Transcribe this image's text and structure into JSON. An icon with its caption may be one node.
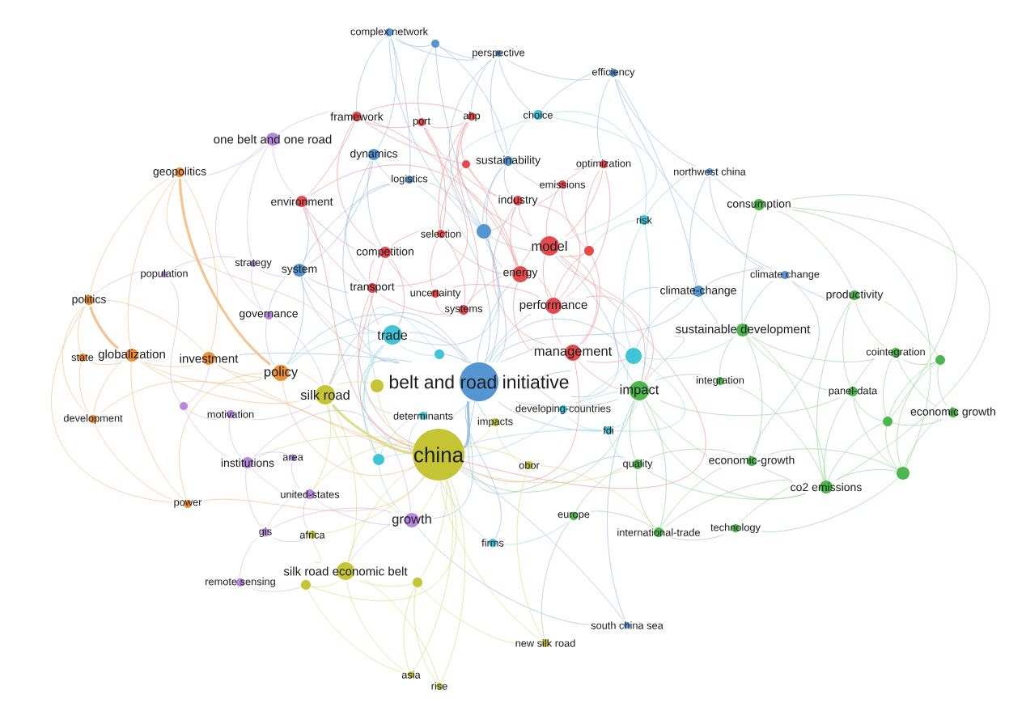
{
  "diagram": {
    "nodes": [
      {
        "text": [
          "complex network"
        ]
      },
      {
        "text": [],
        "shape": "circle"
      },
      {
        "text": [
          "perspective"
        ]
      },
      {
        "text": [
          "efficiency"
        ]
      },
      {
        "text": [
          "framework"
        ]
      },
      {
        "text": [
          "port"
        ]
      },
      {
        "text": [
          "ahp"
        ]
      },
      {
        "text": [
          "choice"
        ]
      },
      {
        "text": [
          "one belt and one road"
        ]
      },
      {
        "text": [
          "dynamics"
        ]
      },
      {
        "text": [],
        "shape": "circle"
      },
      {
        "text": [
          "sustainability"
        ]
      },
      {
        "text": [
          "optimization"
        ]
      },
      {
        "text": [
          "geopolitics"
        ]
      },
      {
        "text": [
          "northwest china"
        ]
      },
      {
        "text": [
          "logistics"
        ]
      },
      {
        "text": [
          "emissions"
        ]
      },
      {
        "text": [
          "environment"
        ]
      },
      {
        "text": [
          "industry"
        ]
      },
      {
        "text": [
          "consumption"
        ]
      },
      {
        "text": [
          "risk"
        ]
      },
      {
        "text": [],
        "shape": "circle"
      },
      {
        "text": [
          "selection"
        ]
      },
      {
        "text": [
          "model"
        ]
      },
      {
        "text": [],
        "shape": "circle"
      },
      {
        "text": [
          "competition"
        ]
      },
      {
        "text": [
          "strategy"
        ]
      },
      {
        "text": [
          "system"
        ]
      },
      {
        "text": [
          "population"
        ]
      },
      {
        "text": [
          "energy"
        ]
      },
      {
        "text": [
          "climate change"
        ]
      },
      {
        "text": [
          "transport"
        ]
      },
      {
        "text": [
          "climate-change"
        ]
      },
      {
        "text": [
          "uncertainty"
        ]
      },
      {
        "text": [
          "productivity"
        ]
      },
      {
        "text": [
          "politics"
        ]
      },
      {
        "text": [
          "performance"
        ]
      },
      {
        "text": [
          "systems"
        ]
      },
      {
        "text": [
          "governance"
        ]
      },
      {
        "text": [
          "sustainable development"
        ]
      },
      {
        "text": [
          "trade"
        ]
      },
      {
        "text": [
          "cointegration"
        ]
      },
      {
        "text": [],
        "shape": "circle"
      },
      {
        "text": [],
        "shape": "circle"
      },
      {
        "text": [
          "state"
        ]
      },
      {
        "text": [
          "globalization"
        ]
      },
      {
        "text": [
          "investment"
        ]
      },
      {
        "text": [
          "management"
        ]
      },
      {
        "text": [],
        "shape": "circle"
      },
      {
        "text": [
          "policy"
        ]
      },
      {
        "text": [
          "integration"
        ]
      },
      {
        "text": [
          "belt and road initiative"
        ]
      },
      {
        "text": [],
        "shape": "circle"
      },
      {
        "text": [
          "impact"
        ]
      },
      {
        "text": [
          "panel-data"
        ]
      },
      {
        "text": [
          "silk road"
        ]
      },
      {
        "text": [
          "developing-countries"
        ]
      },
      {
        "text": [],
        "shape": "circle"
      },
      {
        "text": [
          "economic growth"
        ]
      },
      {
        "text": [
          "motivation"
        ]
      },
      {
        "text": [
          "determinants"
        ]
      },
      {
        "text": [
          "development"
        ]
      },
      {
        "text": [],
        "shape": "circle"
      },
      {
        "text": [
          "impacts"
        ]
      },
      {
        "text": [
          "fdi"
        ]
      },
      {
        "text": [
          "china"
        ]
      },
      {
        "text": [
          "area"
        ]
      },
      {
        "text": [],
        "shape": "circle"
      },
      {
        "text": [
          "institutions"
        ]
      },
      {
        "text": [
          "economic-growth"
        ]
      },
      {
        "text": [
          "quality"
        ]
      },
      {
        "text": [
          "obor"
        ]
      },
      {
        "text": [],
        "shape": "circle"
      },
      {
        "text": [
          "co2 emissions"
        ]
      },
      {
        "text": [
          "united-states"
        ]
      },
      {
        "text": [
          "power"
        ]
      },
      {
        "text": [
          "europe"
        ]
      },
      {
        "text": [
          "growth"
        ]
      },
      {
        "text": [
          "technology"
        ]
      },
      {
        "text": [
          "gis"
        ]
      },
      {
        "text": [
          "international-trade"
        ]
      },
      {
        "text": [
          "africa"
        ]
      },
      {
        "text": [
          "firms"
        ]
      },
      {
        "text": [
          "silk road economic belt"
        ]
      },
      {
        "text": [],
        "shape": "circle"
      },
      {
        "text": [
          "remote sensing"
        ]
      },
      {
        "text": [],
        "shape": "circle"
      },
      {
        "text": [
          "south china sea"
        ]
      },
      {
        "text": [
          "new silk road"
        ]
      },
      {
        "text": [
          "asia"
        ]
      },
      {
        "text": [
          "rise"
        ]
      }
    ],
    "edges": [
      {
        "from": 0,
        "to": 1,
        "arrow": "none"
      },
      {
        "from": 0,
        "to": 4,
        "arrow": "none"
      },
      {
        "from": 0,
        "to": 9,
        "arrow": "none"
      },
      {
        "from": 0,
        "to": 15,
        "arrow": "none"
      },
      {
        "from": 0,
        "to": 2,
        "arrow": "none"
      },
      {
        "from": 0,
        "to": 21,
        "arrow": "none"
      },
      {
        "from": 1,
        "to": 2,
        "arrow": "none"
      },
      {
        "from": 1,
        "to": 5,
        "arrow": "none"
      },
      {
        "from": 1,
        "to": 11,
        "arrow": "none"
      },
      {
        "from": 1,
        "to": 21,
        "arrow": "none"
      },
      {
        "from": 2,
        "to": 3,
        "arrow": "none"
      },
      {
        "from": 2,
        "to": 6,
        "arrow": "none"
      },
      {
        "from": 2,
        "to": 11,
        "arrow": "none"
      },
      {
        "from": 2,
        "to": 21,
        "arrow": "none"
      },
      {
        "from": 2,
        "to": 7,
        "arrow": "none"
      },
      {
        "from": 3,
        "to": 7,
        "arrow": "none"
      },
      {
        "from": 3,
        "to": 14,
        "arrow": "none"
      },
      {
        "from": 3,
        "to": 12,
        "arrow": "none"
      },
      {
        "from": 3,
        "to": 32,
        "arrow": "none"
      },
      {
        "from": 3,
        "to": 30,
        "arrow": "none"
      },
      {
        "from": 9,
        "to": 15,
        "arrow": "none"
      },
      {
        "from": 9,
        "to": 27,
        "arrow": "none"
      },
      {
        "from": 9,
        "to": 25,
        "arrow": "none"
      },
      {
        "from": 9,
        "to": 51,
        "arrow": "none"
      },
      {
        "from": 11,
        "to": 18,
        "arrow": "none"
      },
      {
        "from": 11,
        "to": 21,
        "arrow": "none"
      },
      {
        "from": 11,
        "to": 51,
        "arrow": "none"
      },
      {
        "from": 11,
        "to": 16,
        "arrow": "none"
      },
      {
        "from": 14,
        "to": 19,
        "arrow": "none"
      },
      {
        "from": 14,
        "to": 32,
        "arrow": "none"
      },
      {
        "from": 14,
        "to": 30,
        "arrow": "none"
      },
      {
        "from": 14,
        "to": 20,
        "arrow": "none"
      },
      {
        "from": 15,
        "to": 21,
        "arrow": "none"
      },
      {
        "from": 15,
        "to": 51,
        "arrow": "none"
      },
      {
        "from": 15,
        "to": 27,
        "arrow": "none"
      },
      {
        "from": 15,
        "to": 31,
        "arrow": "none"
      },
      {
        "from": 21,
        "to": 51,
        "arrow": "none"
      },
      {
        "from": 21,
        "to": 23,
        "arrow": "none"
      },
      {
        "from": 21,
        "to": 29,
        "arrow": "none"
      },
      {
        "from": 21,
        "to": 40,
        "arrow": "none"
      },
      {
        "from": 21,
        "to": 18,
        "arrow": "none"
      },
      {
        "from": 27,
        "to": 51,
        "arrow": "none"
      },
      {
        "from": 27,
        "to": 40,
        "arrow": "none"
      },
      {
        "from": 27,
        "to": 17,
        "arrow": "none"
      },
      {
        "from": 27,
        "to": 31,
        "arrow": "none"
      },
      {
        "from": 27,
        "to": 38,
        "arrow": "none"
      },
      {
        "from": 27,
        "to": 49,
        "arrow": "none"
      },
      {
        "from": 30,
        "to": 32,
        "arrow": "none"
      },
      {
        "from": 30,
        "to": 34,
        "arrow": "none"
      },
      {
        "from": 30,
        "to": 39,
        "arrow": "none"
      },
      {
        "from": 30,
        "to": 69,
        "arrow": "none"
      },
      {
        "from": 32,
        "to": 39,
        "arrow": "none"
      },
      {
        "from": 32,
        "to": 53,
        "arrow": "none"
      },
      {
        "from": 32,
        "to": 51,
        "arrow": "none"
      },
      {
        "from": 32,
        "to": 43,
        "arrow": "none"
      },
      {
        "from": 51,
        "to": 65,
        "arrow": "none",
        "style": "thick"
      },
      {
        "from": 51,
        "to": 40,
        "arrow": "none"
      },
      {
        "from": 51,
        "to": 47,
        "arrow": "none"
      },
      {
        "from": 51,
        "to": 53,
        "arrow": "none"
      },
      {
        "from": 51,
        "to": 55,
        "arrow": "none"
      },
      {
        "from": 51,
        "to": 49,
        "arrow": "none"
      },
      {
        "from": 51,
        "to": 56,
        "arrow": "none"
      },
      {
        "from": 51,
        "to": 60,
        "arrow": "none"
      },
      {
        "from": 51,
        "to": 63,
        "arrow": "none"
      },
      {
        "from": 51,
        "to": 48,
        "arrow": "none"
      },
      {
        "from": 51,
        "to": 67,
        "arrow": "none"
      },
      {
        "from": 51,
        "to": 64,
        "arrow": "none"
      },
      {
        "from": 51,
        "to": 43,
        "arrow": "none"
      },
      {
        "from": 51,
        "to": 36,
        "arrow": "none"
      },
      {
        "from": 51,
        "to": 29,
        "arrow": "none"
      },
      {
        "from": 51,
        "to": 23,
        "arrow": "none"
      },
      {
        "from": 51,
        "to": 70,
        "arrow": "none"
      },
      {
        "from": 51,
        "to": 77,
        "arrow": "none"
      },
      {
        "from": 51,
        "to": 82,
        "arrow": "none"
      },
      {
        "from": 51,
        "to": 46,
        "arrow": "none"
      },
      {
        "from": 87,
        "to": 65,
        "arrow": "none"
      },
      {
        "from": 87,
        "to": 77,
        "arrow": "none"
      },
      {
        "from": 87,
        "to": 53,
        "arrow": "none"
      },
      {
        "from": 4,
        "to": 5,
        "arrow": "none",
        "color": "#f19c9c"
      },
      {
        "from": 4,
        "to": 6,
        "arrow": "none",
        "color": "#f19c9c"
      },
      {
        "from": 4,
        "to": 17,
        "arrow": "none",
        "color": "#f19c9c"
      },
      {
        "from": 4,
        "to": 25,
        "arrow": "none",
        "color": "#f19c9c"
      },
      {
        "from": 4,
        "to": 10,
        "arrow": "none",
        "color": "#f19c9c"
      },
      {
        "from": 4,
        "to": 29,
        "arrow": "none",
        "color": "#f19c9c"
      },
      {
        "from": 5,
        "to": 6,
        "arrow": "none",
        "color": "#f19c9c"
      },
      {
        "from": 5,
        "to": 22,
        "arrow": "none",
        "color": "#f19c9c"
      },
      {
        "from": 5,
        "to": 31,
        "arrow": "none",
        "color": "#f19c9c"
      },
      {
        "from": 5,
        "to": 18,
        "arrow": "none",
        "color": "#f19c9c"
      },
      {
        "from": 6,
        "to": 10,
        "arrow": "none",
        "color": "#f19c9c"
      },
      {
        "from": 6,
        "to": 22,
        "arrow": "none",
        "color": "#f19c9c"
      },
      {
        "from": 6,
        "to": 37,
        "arrow": "none",
        "color": "#f19c9c"
      },
      {
        "from": 6,
        "to": 23,
        "arrow": "none",
        "color": "#f19c9c"
      },
      {
        "from": 10,
        "to": 18,
        "arrow": "none",
        "color": "#f19c9c"
      },
      {
        "from": 10,
        "to": 22,
        "arrow": "none",
        "color": "#f19c9c"
      },
      {
        "from": 10,
        "to": 29,
        "arrow": "none",
        "color": "#f19c9c"
      },
      {
        "from": 12,
        "to": 16,
        "arrow": "none",
        "color": "#f19c9c"
      },
      {
        "from": 12,
        "to": 23,
        "arrow": "none",
        "color": "#f19c9c"
      },
      {
        "from": 12,
        "to": 24,
        "arrow": "none",
        "color": "#f19c9c"
      },
      {
        "from": 12,
        "to": 36,
        "arrow": "none",
        "color": "#f19c9c"
      },
      {
        "from": 16,
        "to": 18,
        "arrow": "none",
        "color": "#f19c9c"
      },
      {
        "from": 16,
        "to": 23,
        "arrow": "none",
        "color": "#f19c9c"
      },
      {
        "from": 16,
        "to": 24,
        "arrow": "none",
        "color": "#f19c9c"
      },
      {
        "from": 17,
        "to": 25,
        "arrow": "none",
        "color": "#f19c9c"
      },
      {
        "from": 17,
        "to": 31,
        "arrow": "none",
        "color": "#f19c9c"
      },
      {
        "from": 17,
        "to": 29,
        "arrow": "none",
        "color": "#f19c9c"
      },
      {
        "from": 17,
        "to": 65,
        "arrow": "none",
        "color": "#f19c9c"
      },
      {
        "from": 18,
        "to": 23,
        "arrow": "none",
        "color": "#f19c9c"
      },
      {
        "from": 18,
        "to": 29,
        "arrow": "none",
        "color": "#f19c9c"
      },
      {
        "from": 18,
        "to": 36,
        "arrow": "none",
        "color": "#f19c9c"
      },
      {
        "from": 18,
        "to": 47,
        "arrow": "none",
        "color": "#f19c9c"
      },
      {
        "from": 22,
        "to": 25,
        "arrow": "none",
        "color": "#f19c9c"
      },
      {
        "from": 22,
        "to": 33,
        "arrow": "none",
        "color": "#f19c9c"
      },
      {
        "from": 22,
        "to": 37,
        "arrow": "none",
        "color": "#f19c9c"
      },
      {
        "from": 22,
        "to": 29,
        "arrow": "none",
        "color": "#f19c9c"
      },
      {
        "from": 23,
        "to": 24,
        "arrow": "none",
        "color": "#f19c9c"
      },
      {
        "from": 23,
        "to": 29,
        "arrow": "none",
        "color": "#f19c9c"
      },
      {
        "from": 23,
        "to": 36,
        "arrow": "none",
        "color": "#f19c9c"
      },
      {
        "from": 23,
        "to": 47,
        "arrow": "none",
        "color": "#f19c9c"
      },
      {
        "from": 23,
        "to": 53,
        "arrow": "none",
        "color": "#f19c9c"
      },
      {
        "from": 23,
        "to": 65,
        "arrow": "none",
        "color": "#f19c9c"
      },
      {
        "from": 24,
        "to": 36,
        "arrow": "none",
        "color": "#f19c9c"
      },
      {
        "from": 24,
        "to": 47,
        "arrow": "none",
        "color": "#f19c9c"
      },
      {
        "from": 25,
        "to": 31,
        "arrow": "none",
        "color": "#f19c9c"
      },
      {
        "from": 25,
        "to": 33,
        "arrow": "none",
        "color": "#f19c9c"
      },
      {
        "from": 25,
        "to": 40,
        "arrow": "none",
        "color": "#f19c9c"
      },
      {
        "from": 25,
        "to": 65,
        "arrow": "none",
        "color": "#f19c9c"
      },
      {
        "from": 29,
        "to": 36,
        "arrow": "none",
        "color": "#f19c9c"
      },
      {
        "from": 29,
        "to": 37,
        "arrow": "none",
        "color": "#f19c9c"
      },
      {
        "from": 29,
        "to": 47,
        "arrow": "none",
        "color": "#f19c9c"
      },
      {
        "from": 31,
        "to": 40,
        "arrow": "none",
        "color": "#f19c9c"
      },
      {
        "from": 31,
        "to": 37,
        "arrow": "none",
        "color": "#f19c9c"
      },
      {
        "from": 31,
        "to": 65,
        "arrow": "none",
        "color": "#f19c9c"
      },
      {
        "from": 33,
        "to": 37,
        "arrow": "none",
        "color": "#f19c9c"
      },
      {
        "from": 33,
        "to": 36,
        "arrow": "none",
        "color": "#f19c9c"
      },
      {
        "from": 36,
        "to": 47,
        "arrow": "none",
        "color": "#f19c9c"
      },
      {
        "from": 36,
        "to": 53,
        "arrow": "none",
        "color": "#f19c9c"
      },
      {
        "from": 47,
        "to": 53,
        "arrow": "none",
        "color": "#f19c9c"
      },
      {
        "from": 47,
        "to": 65,
        "arrow": "none",
        "color": "#f19c9c"
      },
      {
        "from": 47,
        "to": 43,
        "arrow": "none",
        "color": "#f19c9c"
      },
      {
        "from": 7,
        "to": 11,
        "arrow": "none",
        "color": "#9ee0ea"
      },
      {
        "from": 7,
        "to": 21,
        "arrow": "none",
        "color": "#9ee0ea"
      },
      {
        "from": 7,
        "to": 20,
        "arrow": "none",
        "color": "#9ee0ea"
      },
      {
        "from": 7,
        "to": 23,
        "arrow": "none",
        "color": "#9ee0ea"
      },
      {
        "from": 20,
        "to": 43,
        "arrow": "none",
        "color": "#9ee0ea"
      },
      {
        "from": 20,
        "to": 53,
        "arrow": "none",
        "color": "#9ee0ea"
      },
      {
        "from": 20,
        "to": 24,
        "arrow": "none",
        "color": "#9ee0ea"
      },
      {
        "from": 40,
        "to": 48,
        "arrow": "none",
        "color": "#9ee0ea"
      },
      {
        "from": 40,
        "to": 65,
        "arrow": "none",
        "color": "#9ee0ea"
      },
      {
        "from": 40,
        "to": 55,
        "arrow": "none",
        "color": "#9ee0ea"
      },
      {
        "from": 40,
        "to": 67,
        "arrow": "none",
        "color": "#9ee0ea"
      },
      {
        "from": 40,
        "to": 60,
        "arrow": "none",
        "color": "#9ee0ea"
      },
      {
        "from": 40,
        "to": 49,
        "arrow": "none",
        "color": "#9ee0ea"
      },
      {
        "from": 43,
        "to": 53,
        "arrow": "none",
        "color": "#9ee0ea"
      },
      {
        "from": 43,
        "to": 39,
        "arrow": "none",
        "color": "#9ee0ea"
      },
      {
        "from": 43,
        "to": 56,
        "arrow": "none",
        "color": "#9ee0ea"
      },
      {
        "from": 43,
        "to": 64,
        "arrow": "none",
        "color": "#9ee0ea"
      },
      {
        "from": 48,
        "to": 52,
        "arrow": "none",
        "color": "#9ee0ea"
      },
      {
        "from": 56,
        "to": 53,
        "arrow": "none",
        "color": "#9ee0ea"
      },
      {
        "from": 56,
        "to": 64,
        "arrow": "none",
        "color": "#9ee0ea"
      },
      {
        "from": 56,
        "to": 65,
        "arrow": "none",
        "color": "#9ee0ea"
      },
      {
        "from": 60,
        "to": 65,
        "arrow": "none",
        "color": "#9ee0ea"
      },
      {
        "from": 60,
        "to": 67,
        "arrow": "none",
        "color": "#9ee0ea"
      },
      {
        "from": 64,
        "to": 53,
        "arrow": "none",
        "color": "#9ee0ea"
      },
      {
        "from": 64,
        "to": 70,
        "arrow": "none",
        "color": "#9ee0ea"
      },
      {
        "from": 64,
        "to": 65,
        "arrow": "none",
        "color": "#9ee0ea"
      },
      {
        "from": 67,
        "to": 65,
        "arrow": "none",
        "color": "#9ee0ea"
      },
      {
        "from": 67,
        "to": 77,
        "arrow": "none",
        "color": "#9ee0ea"
      },
      {
        "from": 82,
        "to": 65,
        "arrow": "none",
        "color": "#9ee0ea"
      },
      {
        "from": 82,
        "to": 76,
        "arrow": "none",
        "color": "#9ee0ea"
      },
      {
        "from": 19,
        "to": 39,
        "arrow": "none",
        "color": "#9fd79f"
      },
      {
        "from": 19,
        "to": 34,
        "arrow": "none",
        "color": "#9fd79f"
      },
      {
        "from": 19,
        "to": 62,
        "arrow": "none",
        "color": "#9fd79f"
      },
      {
        "from": 19,
        "to": 72,
        "arrow": "none",
        "color": "#9fd79f"
      },
      {
        "from": 19,
        "to": 73,
        "arrow": "none",
        "color": "#9fd79f"
      },
      {
        "from": 34,
        "to": 41,
        "arrow": "none",
        "color": "#9fd79f"
      },
      {
        "from": 34,
        "to": 42,
        "arrow": "none",
        "color": "#9fd79f"
      },
      {
        "from": 34,
        "to": 54,
        "arrow": "none",
        "color": "#9fd79f"
      },
      {
        "from": 34,
        "to": 73,
        "arrow": "none",
        "color": "#9fd79f"
      },
      {
        "from": 39,
        "to": 53,
        "arrow": "none",
        "color": "#9fd79f"
      },
      {
        "from": 39,
        "to": 69,
        "arrow": "none",
        "color": "#9fd79f"
      },
      {
        "from": 39,
        "to": 73,
        "arrow": "none",
        "color": "#9fd79f"
      },
      {
        "from": 39,
        "to": 54,
        "arrow": "none",
        "color": "#9fd79f"
      },
      {
        "from": 39,
        "to": 41,
        "arrow": "none",
        "color": "#9fd79f"
      },
      {
        "from": 39,
        "to": 50,
        "arrow": "none",
        "color": "#9fd79f"
      },
      {
        "from": 41,
        "to": 42,
        "arrow": "none",
        "color": "#9fd79f"
      },
      {
        "from": 41,
        "to": 54,
        "arrow": "none",
        "color": "#9fd79f"
      },
      {
        "from": 41,
        "to": 62,
        "arrow": "none",
        "color": "#9fd79f"
      },
      {
        "from": 41,
        "to": 58,
        "arrow": "none",
        "color": "#9fd79f"
      },
      {
        "from": 42,
        "to": 58,
        "arrow": "none",
        "color": "#9fd79f"
      },
      {
        "from": 42,
        "to": 62,
        "arrow": "none",
        "color": "#9fd79f"
      },
      {
        "from": 42,
        "to": 72,
        "arrow": "none",
        "color": "#9fd79f"
      },
      {
        "from": 50,
        "to": 53,
        "arrow": "none",
        "color": "#9fd79f"
      },
      {
        "from": 50,
        "to": 73,
        "arrow": "none",
        "color": "#9fd79f"
      },
      {
        "from": 53,
        "to": 70,
        "arrow": "none",
        "color": "#9fd79f"
      },
      {
        "from": 53,
        "to": 69,
        "arrow": "none",
        "color": "#9fd79f"
      },
      {
        "from": 53,
        "to": 73,
        "arrow": "none",
        "color": "#9fd79f"
      },
      {
        "from": 53,
        "to": 80,
        "arrow": "none",
        "color": "#9fd79f"
      },
      {
        "from": 53,
        "to": 54,
        "arrow": "none",
        "color": "#9fd79f"
      },
      {
        "from": 53,
        "to": 65,
        "arrow": "none",
        "color": "#9fd79f"
      },
      {
        "from": 54,
        "to": 62,
        "arrow": "none",
        "color": "#9fd79f"
      },
      {
        "from": 54,
        "to": 72,
        "arrow": "none",
        "color": "#9fd79f"
      },
      {
        "from": 54,
        "to": 73,
        "arrow": "none",
        "color": "#9fd79f"
      },
      {
        "from": 58,
        "to": 62,
        "arrow": "none",
        "color": "#9fd79f"
      },
      {
        "from": 58,
        "to": 72,
        "arrow": "none",
        "color": "#9fd79f"
      },
      {
        "from": 62,
        "to": 72,
        "arrow": "none",
        "color": "#9fd79f"
      },
      {
        "from": 62,
        "to": 73,
        "arrow": "none",
        "color": "#9fd79f"
      },
      {
        "from": 69,
        "to": 73,
        "arrow": "none",
        "color": "#9fd79f"
      },
      {
        "from": 69,
        "to": 80,
        "arrow": "none",
        "color": "#9fd79f"
      },
      {
        "from": 69,
        "to": 72,
        "arrow": "none",
        "color": "#9fd79f"
      },
      {
        "from": 69,
        "to": 70,
        "arrow": "none",
        "color": "#9fd79f"
      },
      {
        "from": 70,
        "to": 80,
        "arrow": "none",
        "color": "#9fd79f"
      },
      {
        "from": 70,
        "to": 73,
        "arrow": "none",
        "color": "#9fd79f"
      },
      {
        "from": 70,
        "to": 76,
        "arrow": "none",
        "color": "#9fd79f"
      },
      {
        "from": 72,
        "to": 73,
        "arrow": "none",
        "color": "#9fd79f"
      },
      {
        "from": 72,
        "to": 78,
        "arrow": "none",
        "color": "#9fd79f"
      },
      {
        "from": 73,
        "to": 78,
        "arrow": "none",
        "color": "#9fd79f"
      },
      {
        "from": 73,
        "to": 80,
        "arrow": "none",
        "color": "#9fd79f"
      },
      {
        "from": 76,
        "to": 80,
        "arrow": "none",
        "color": "#9fd79f"
      },
      {
        "from": 76,
        "to": 88,
        "arrow": "none",
        "color": "#9fd79f"
      },
      {
        "from": 80,
        "to": 78,
        "arrow": "none",
        "color": "#9fd79f"
      },
      {
        "from": 52,
        "to": 55,
        "arrow": "none",
        "color": "#dede8c"
      },
      {
        "from": 52,
        "to": 65,
        "arrow": "none",
        "color": "#dede8c"
      },
      {
        "from": 55,
        "to": 65,
        "arrow": "none",
        "style": "thick",
        "color": "#dede8c"
      },
      {
        "from": 55,
        "to": 83,
        "arrow": "none",
        "color": "#dede8c"
      },
      {
        "from": 55,
        "to": 77,
        "arrow": "none",
        "color": "#dede8c"
      },
      {
        "from": 55,
        "to": 74,
        "arrow": "none",
        "color": "#dede8c"
      },
      {
        "from": 63,
        "to": 65,
        "arrow": "none",
        "color": "#dede8c"
      },
      {
        "from": 63,
        "to": 71,
        "arrow": "none",
        "color": "#dede8c"
      },
      {
        "from": 65,
        "to": 77,
        "arrow": "none",
        "color": "#dede8c"
      },
      {
        "from": 65,
        "to": 83,
        "arrow": "none",
        "color": "#dede8c"
      },
      {
        "from": 65,
        "to": 84,
        "arrow": "none",
        "color": "#dede8c"
      },
      {
        "from": 65,
        "to": 86,
        "arrow": "none",
        "color": "#dede8c"
      },
      {
        "from": 65,
        "to": 81,
        "arrow": "none",
        "color": "#dede8c"
      },
      {
        "from": 65,
        "to": 71,
        "arrow": "none",
        "color": "#dede8c"
      },
      {
        "from": 65,
        "to": 88,
        "arrow": "none",
        "color": "#dede8c"
      },
      {
        "from": 65,
        "to": 89,
        "arrow": "none",
        "color": "#dede8c"
      },
      {
        "from": 65,
        "to": 90,
        "arrow": "none",
        "color": "#dede8c"
      },
      {
        "from": 65,
        "to": 74,
        "arrow": "none",
        "color": "#dede8c"
      },
      {
        "from": 65,
        "to": 68,
        "arrow": "none",
        "color": "#dede8c"
      },
      {
        "from": 65,
        "to": 70,
        "arrow": "none",
        "color": "#dede8c"
      },
      {
        "from": 71,
        "to": 88,
        "arrow": "none",
        "color": "#dede8c"
      },
      {
        "from": 71,
        "to": 80,
        "arrow": "none",
        "color": "#dede8c"
      },
      {
        "from": 81,
        "to": 83,
        "arrow": "none",
        "color": "#dede8c"
      },
      {
        "from": 83,
        "to": 86,
        "arrow": "none",
        "color": "#dede8c"
      },
      {
        "from": 83,
        "to": 84,
        "arrow": "none",
        "color": "#dede8c"
      },
      {
        "from": 83,
        "to": 89,
        "arrow": "none",
        "color": "#dede8c"
      },
      {
        "from": 83,
        "to": 90,
        "arrow": "none",
        "color": "#dede8c"
      },
      {
        "from": 84,
        "to": 89,
        "arrow": "none",
        "color": "#dede8c"
      },
      {
        "from": 84,
        "to": 90,
        "arrow": "none",
        "color": "#dede8c"
      },
      {
        "from": 84,
        "to": 88,
        "arrow": "none",
        "color": "#dede8c"
      },
      {
        "from": 86,
        "to": 89,
        "arrow": "none",
        "color": "#dede8c"
      },
      {
        "from": 8,
        "to": 13,
        "arrow": "none",
        "color": "#d6bdf0"
      },
      {
        "from": 8,
        "to": 17,
        "arrow": "none",
        "color": "#d6bdf0"
      },
      {
        "from": 8,
        "to": 26,
        "arrow": "none",
        "color": "#d6bdf0"
      },
      {
        "from": 8,
        "to": 38,
        "arrow": "none",
        "color": "#d6bdf0"
      },
      {
        "from": 8,
        "to": 4,
        "arrow": "none",
        "color": "#d6bdf0"
      },
      {
        "from": 26,
        "to": 38,
        "arrow": "none",
        "color": "#d6bdf0"
      },
      {
        "from": 26,
        "to": 27,
        "arrow": "none",
        "color": "#d6bdf0"
      },
      {
        "from": 26,
        "to": 28,
        "arrow": "none",
        "color": "#d6bdf0"
      },
      {
        "from": 28,
        "to": 35,
        "arrow": "none",
        "color": "#d6bdf0"
      },
      {
        "from": 28,
        "to": 57,
        "arrow": "none",
        "color": "#d6bdf0"
      },
      {
        "from": 38,
        "to": 49,
        "arrow": "none",
        "color": "#d6bdf0"
      },
      {
        "from": 38,
        "to": 55,
        "arrow": "none",
        "color": "#d6bdf0"
      },
      {
        "from": 57,
        "to": 59,
        "arrow": "none",
        "color": "#d6bdf0"
      },
      {
        "from": 57,
        "to": 68,
        "arrow": "none",
        "color": "#d6bdf0"
      },
      {
        "from": 57,
        "to": 46,
        "arrow": "none",
        "color": "#d6bdf0"
      },
      {
        "from": 59,
        "to": 68,
        "arrow": "none",
        "color": "#d6bdf0"
      },
      {
        "from": 59,
        "to": 55,
        "arrow": "none",
        "color": "#d6bdf0"
      },
      {
        "from": 66,
        "to": 68,
        "arrow": "none",
        "color": "#d6bdf0"
      },
      {
        "from": 66,
        "to": 74,
        "arrow": "none",
        "color": "#d6bdf0"
      },
      {
        "from": 68,
        "to": 74,
        "arrow": "none",
        "color": "#d6bdf0"
      },
      {
        "from": 68,
        "to": 79,
        "arrow": "none",
        "color": "#d6bdf0"
      },
      {
        "from": 68,
        "to": 77,
        "arrow": "none",
        "color": "#d6bdf0"
      },
      {
        "from": 74,
        "to": 77,
        "arrow": "none",
        "color": "#d6bdf0"
      },
      {
        "from": 74,
        "to": 79,
        "arrow": "none",
        "color": "#d6bdf0"
      },
      {
        "from": 74,
        "to": 81,
        "arrow": "none",
        "color": "#d6bdf0"
      },
      {
        "from": 77,
        "to": 79,
        "arrow": "none",
        "color": "#d6bdf0"
      },
      {
        "from": 77,
        "to": 83,
        "arrow": "none",
        "color": "#d6bdf0"
      },
      {
        "from": 79,
        "to": 85,
        "arrow": "none",
        "color": "#d6bdf0"
      },
      {
        "from": 79,
        "to": 81,
        "arrow": "none",
        "color": "#d6bdf0"
      },
      {
        "from": 85,
        "to": 86,
        "arrow": "none",
        "color": "#d6bdf0"
      },
      {
        "from": 13,
        "to": 35,
        "arrow": "none",
        "color": "#f5c38f"
      },
      {
        "from": 13,
        "to": 45,
        "arrow": "none",
        "color": "#f5c38f"
      },
      {
        "from": 13,
        "to": 49,
        "arrow": "none",
        "style": "thick",
        "color": "#f5c38f"
      },
      {
        "from": 13,
        "to": 46,
        "arrow": "none",
        "color": "#f5c38f"
      },
      {
        "from": 13,
        "to": 55,
        "arrow": "none",
        "color": "#f5c38f"
      },
      {
        "from": 35,
        "to": 44,
        "arrow": "none",
        "color": "#f5c38f"
      },
      {
        "from": 35,
        "to": 45,
        "arrow": "none",
        "style": "thick",
        "color": "#f5c38f"
      },
      {
        "from": 35,
        "to": 61,
        "arrow": "none",
        "color": "#f5c38f"
      },
      {
        "from": 35,
        "to": 46,
        "arrow": "none",
        "color": "#f5c38f"
      },
      {
        "from": 35,
        "to": 75,
        "arrow": "none",
        "color": "#f5c38f"
      },
      {
        "from": 44,
        "to": 45,
        "arrow": "none",
        "color": "#f5c38f"
      },
      {
        "from": 44,
        "to": 61,
        "arrow": "none",
        "color": "#f5c38f"
      },
      {
        "from": 45,
        "to": 46,
        "arrow": "none",
        "color": "#f5c38f"
      },
      {
        "from": 45,
        "to": 49,
        "arrow": "none",
        "color": "#f5c38f"
      },
      {
        "from": 45,
        "to": 61,
        "arrow": "none",
        "color": "#f5c38f"
      },
      {
        "from": 45,
        "to": 75,
        "arrow": "none",
        "color": "#f5c38f"
      },
      {
        "from": 45,
        "to": 55,
        "arrow": "none",
        "color": "#f5c38f"
      },
      {
        "from": 46,
        "to": 49,
        "arrow": "none",
        "color": "#f5c38f"
      },
      {
        "from": 46,
        "to": 65,
        "arrow": "none",
        "color": "#f5c38f"
      },
      {
        "from": 49,
        "to": 55,
        "arrow": "none",
        "color": "#f5c38f"
      },
      {
        "from": 49,
        "to": 65,
        "arrow": "none",
        "color": "#f5c38f"
      },
      {
        "from": 61,
        "to": 75,
        "arrow": "none",
        "color": "#f5c38f"
      },
      {
        "from": 61,
        "to": 65,
        "arrow": "none",
        "color": "#f5c38f"
      },
      {
        "from": 75,
        "to": 65,
        "arrow": "none",
        "color": "#f5c38f"
      },
      {
        "from": 75,
        "to": 49,
        "arrow": "none",
        "color": "#f5c38f"
      }
    ]
  }
}
